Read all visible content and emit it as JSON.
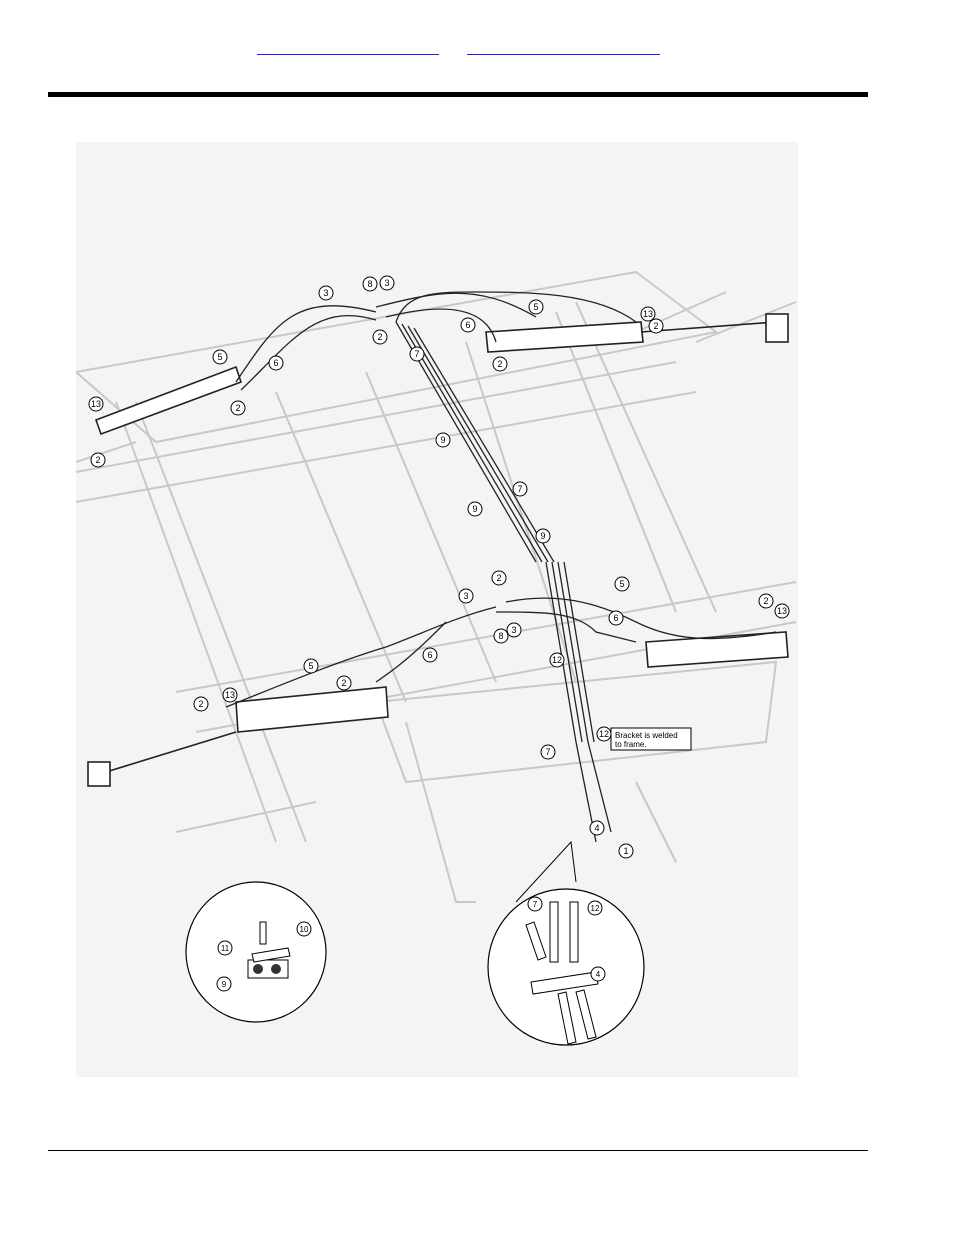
{
  "header": {
    "links": [
      "",
      ""
    ],
    "link_color": "#1a1aff"
  },
  "diagram": {
    "callouts": {
      "n1": "1",
      "n2": "2",
      "n3": "3",
      "n4": "4",
      "n5": "5",
      "n6": "6",
      "n7": "7",
      "n8": "8",
      "n9": "9",
      "n10": "10",
      "n11": "11",
      "n12": "12",
      "n13": "13"
    },
    "note_line1": "Bracket is welded",
    "note_line2": "to frame."
  }
}
